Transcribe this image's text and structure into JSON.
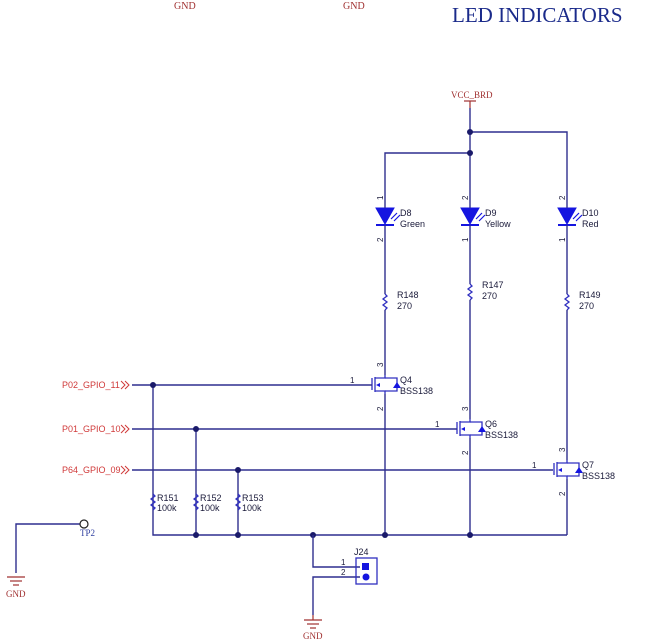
{
  "title": "LED INDICATORS",
  "top_labels": [
    "GND",
    "GND"
  ],
  "power": {
    "vcc": "VCC_BRD",
    "gnd": "GND"
  },
  "leds": [
    {
      "ref": "D8",
      "value": "Green",
      "pin_top": "1",
      "pin_bottom": "2"
    },
    {
      "ref": "D9",
      "value": "Yellow",
      "pin_top": "2",
      "pin_bottom": "1"
    },
    {
      "ref": "D10",
      "value": "Red",
      "pin_top": "2",
      "pin_bottom": "1"
    }
  ],
  "led_resistors": [
    {
      "ref": "R148",
      "value": "270"
    },
    {
      "ref": "R147",
      "value": "270"
    },
    {
      "ref": "R149",
      "value": "270"
    }
  ],
  "transistors": [
    {
      "ref": "Q4",
      "value": "BSS138",
      "pin_gate": "1",
      "pin_drain": "3",
      "pin_source": "2"
    },
    {
      "ref": "Q6",
      "value": "BSS138",
      "pin_gate": "1",
      "pin_drain": "3",
      "pin_source": "2"
    },
    {
      "ref": "Q7",
      "value": "BSS138",
      "pin_gate": "1",
      "pin_drain": "3",
      "pin_source": "2"
    }
  ],
  "nets": [
    "P02_GPIO_11",
    "P01_GPIO_10",
    "P64_GPIO_09"
  ],
  "pulldowns": [
    {
      "ref": "R151",
      "value": "100k"
    },
    {
      "ref": "R152",
      "value": "100k"
    },
    {
      "ref": "R153",
      "value": "100k"
    }
  ],
  "connector": {
    "ref": "J24",
    "pin1": "1",
    "pin2": "2"
  },
  "testpoint": {
    "ref": "TP2"
  },
  "colors": {
    "wire": "#2f2f8f",
    "net_label": "#d03a3a",
    "led": "#1515e0",
    "title": "#1a2a8a"
  }
}
